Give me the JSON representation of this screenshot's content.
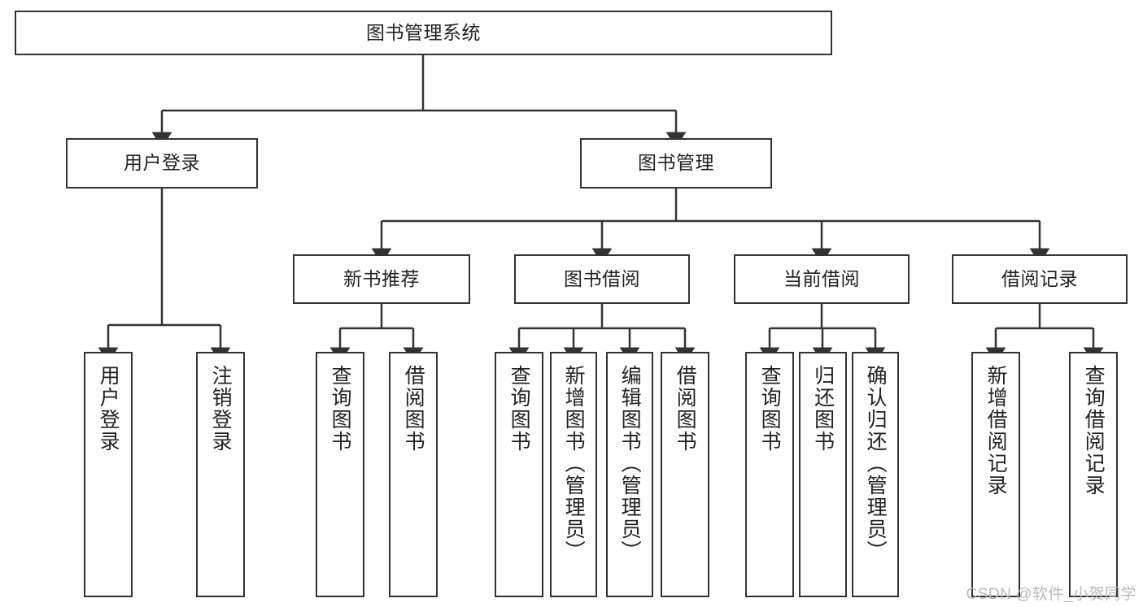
{
  "diagram": {
    "type": "tree-hierarchy",
    "title": "图书管理系统",
    "root": {
      "id": "root",
      "label": "图书管理系统"
    },
    "level2": [
      {
        "id": "user-login",
        "label": "用户登录"
      },
      {
        "id": "book-manage",
        "label": "图书管理"
      }
    ],
    "level3": [
      {
        "id": "new-book-recommend",
        "label": "新书推荐",
        "parent": "book-manage"
      },
      {
        "id": "book-borrow",
        "label": "图书借阅",
        "parent": "book-manage"
      },
      {
        "id": "current-borrow",
        "label": "当前借阅",
        "parent": "book-manage"
      },
      {
        "id": "borrow-record",
        "label": "借阅记录",
        "parent": "book-manage"
      }
    ],
    "leaves": {
      "user-login": [
        {
          "id": "leaf-user-login",
          "label": "用户登录"
        },
        {
          "id": "leaf-user-logout",
          "label": "注销登录"
        }
      ],
      "new-book-recommend": [
        {
          "id": "leaf-query-book-1",
          "label": "查询图书"
        },
        {
          "id": "leaf-borrow-book-1",
          "label": "借阅图书"
        }
      ],
      "book-borrow": [
        {
          "id": "leaf-query-book-2",
          "label": "查询图书"
        },
        {
          "id": "leaf-add-book",
          "label": "新增图书（管理员）"
        },
        {
          "id": "leaf-edit-book",
          "label": "编辑图书（管理员）"
        },
        {
          "id": "leaf-borrow-book-2",
          "label": "借阅图书"
        }
      ],
      "current-borrow": [
        {
          "id": "leaf-query-book-3",
          "label": "查询图书"
        },
        {
          "id": "leaf-return-book",
          "label": "归还图书"
        },
        {
          "id": "leaf-confirm-return",
          "label": "确认归还（管理员）"
        }
      ],
      "borrow-record": [
        {
          "id": "leaf-add-record",
          "label": "新增借阅记录"
        },
        {
          "id": "leaf-query-record",
          "label": "查询借阅记录"
        }
      ]
    }
  },
  "watermark": {
    "text": "CSDN @软件_小贺同学"
  },
  "colors": {
    "stroke": "#333333",
    "fill": "#ffffff",
    "text": "#222222",
    "watermark": "#b9b9b9"
  }
}
